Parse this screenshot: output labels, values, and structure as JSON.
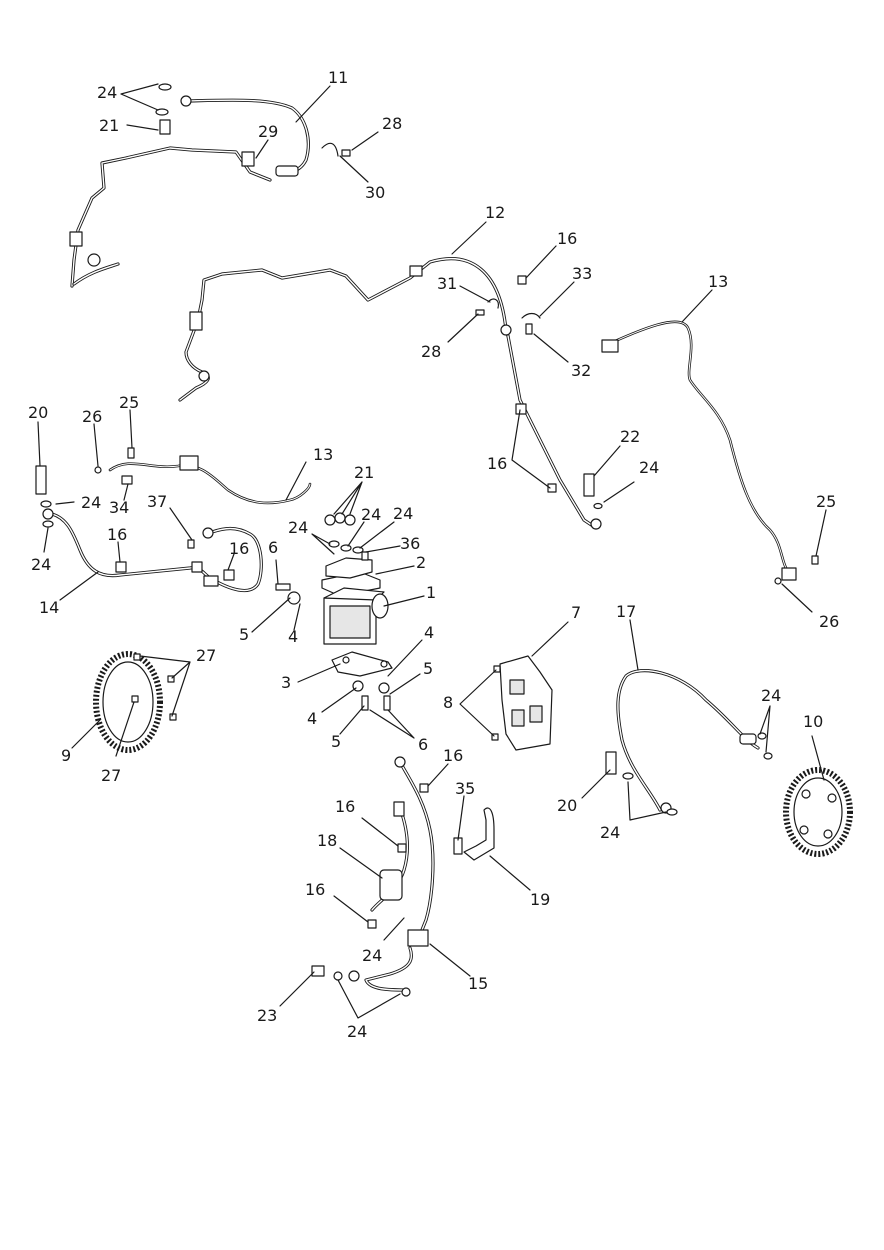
{
  "callouts": [
    {
      "id": "c1",
      "text": "1"
    },
    {
      "id": "c2",
      "text": "2"
    },
    {
      "id": "c3",
      "text": "3"
    },
    {
      "id": "c4a",
      "text": "4"
    },
    {
      "id": "c4b",
      "text": "4"
    },
    {
      "id": "c4c",
      "text": "4"
    },
    {
      "id": "c5a",
      "text": "5"
    },
    {
      "id": "c5b",
      "text": "5"
    },
    {
      "id": "c5c",
      "text": "5"
    },
    {
      "id": "c6a",
      "text": "6"
    },
    {
      "id": "c6b",
      "text": "6"
    },
    {
      "id": "c7",
      "text": "7"
    },
    {
      "id": "c8",
      "text": "8"
    },
    {
      "id": "c9",
      "text": "9"
    },
    {
      "id": "c10",
      "text": "10"
    },
    {
      "id": "c11",
      "text": "11"
    },
    {
      "id": "c12",
      "text": "12"
    },
    {
      "id": "c13a",
      "text": "13"
    },
    {
      "id": "c13b",
      "text": "13"
    },
    {
      "id": "c14",
      "text": "14"
    },
    {
      "id": "c15",
      "text": "15"
    },
    {
      "id": "c16a",
      "text": "16"
    },
    {
      "id": "c16b",
      "text": "16"
    },
    {
      "id": "c16c",
      "text": "16"
    },
    {
      "id": "c16d",
      "text": "16"
    },
    {
      "id": "c16e",
      "text": "16"
    },
    {
      "id": "c16f",
      "text": "16"
    },
    {
      "id": "c16g",
      "text": "16"
    },
    {
      "id": "c17",
      "text": "17"
    },
    {
      "id": "c18",
      "text": "18"
    },
    {
      "id": "c19",
      "text": "19"
    },
    {
      "id": "c20a",
      "text": "20"
    },
    {
      "id": "c20b",
      "text": "20"
    },
    {
      "id": "c21a",
      "text": "21"
    },
    {
      "id": "c21b",
      "text": "21"
    },
    {
      "id": "c22",
      "text": "22"
    },
    {
      "id": "c23",
      "text": "23"
    },
    {
      "id": "c24a",
      "text": "24"
    },
    {
      "id": "c24b",
      "text": "24"
    },
    {
      "id": "c24c",
      "text": "24"
    },
    {
      "id": "c24d",
      "text": "24"
    },
    {
      "id": "c24e",
      "text": "24"
    },
    {
      "id": "c24f",
      "text": "24"
    },
    {
      "id": "c24g",
      "text": "24"
    },
    {
      "id": "c24h",
      "text": "24"
    },
    {
      "id": "c24i",
      "text": "24"
    },
    {
      "id": "c24j",
      "text": "24"
    },
    {
      "id": "c24k",
      "text": "24"
    },
    {
      "id": "c25a",
      "text": "25"
    },
    {
      "id": "c25b",
      "text": "25"
    },
    {
      "id": "c26a",
      "text": "26"
    },
    {
      "id": "c26b",
      "text": "26"
    },
    {
      "id": "c27a",
      "text": "27"
    },
    {
      "id": "c27b",
      "text": "27"
    },
    {
      "id": "c28a",
      "text": "28"
    },
    {
      "id": "c28b",
      "text": "28"
    },
    {
      "id": "c29",
      "text": "29"
    },
    {
      "id": "c30",
      "text": "30"
    },
    {
      "id": "c31",
      "text": "31"
    },
    {
      "id": "c32",
      "text": "32"
    },
    {
      "id": "c33",
      "text": "33"
    },
    {
      "id": "c34",
      "text": "34"
    },
    {
      "id": "c35",
      "text": "35"
    },
    {
      "id": "c36",
      "text": "36"
    },
    {
      "id": "c37",
      "text": "37"
    }
  ]
}
